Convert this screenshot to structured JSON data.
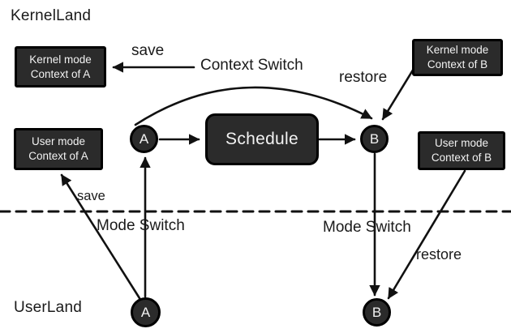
{
  "regions": {
    "kernel": "KernelLand",
    "user": "UserLand"
  },
  "boxes": {
    "kernel_a": {
      "line1": "Kernel mode",
      "line2": "Context of A"
    },
    "kernel_b": {
      "line1": "Kernel mode",
      "line2": "Context of B"
    },
    "user_a": {
      "line1": "User mode",
      "line2": "Context of A"
    },
    "user_b": {
      "line1": "User mode",
      "line2": "Context of B"
    }
  },
  "schedule": {
    "label": "Schedule"
  },
  "nodes": {
    "kernel_a": "A",
    "kernel_b": "B",
    "user_a": "A",
    "user_b": "B"
  },
  "arrows": {
    "save_kernel": "save",
    "save_user": "save",
    "restore_kernel": "restore",
    "restore_user": "restore",
    "context_switch": "Context Switch",
    "mode_switch_left": "Mode Switch",
    "mode_switch_right": "Mode Switch"
  },
  "colors": {
    "background": "#ffffff",
    "box_fill": "#2b2b2b",
    "box_border": "#000000",
    "box_text": "#f2f2f2",
    "line": "#111111",
    "label_text": "#1a1a1a"
  }
}
